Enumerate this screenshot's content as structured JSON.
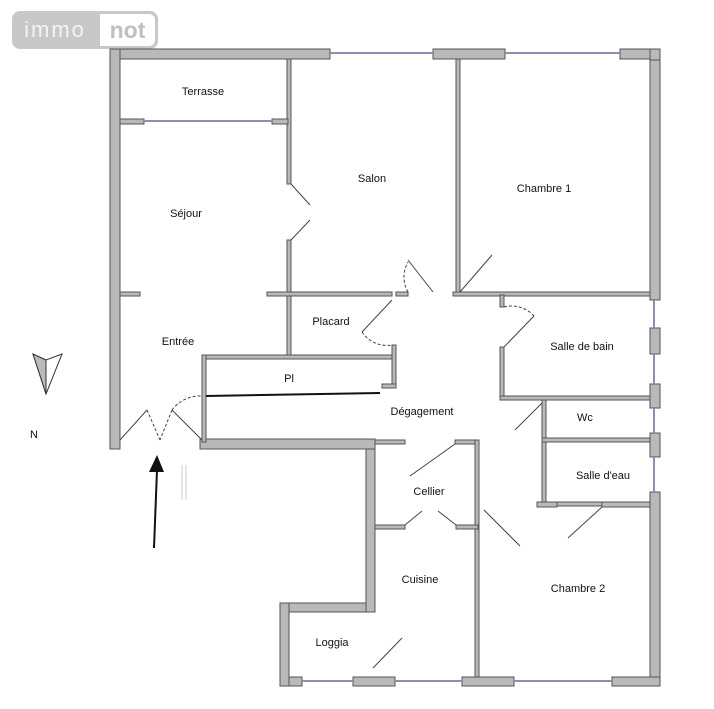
{
  "logo": {
    "left": "immo",
    "right": "not"
  },
  "compass": {
    "label": "N"
  },
  "colors": {
    "wall": "#b9b9b9",
    "wall_edge": "#555555",
    "window": "#8a8fb0"
  },
  "rooms": {
    "terrasse": "Terrasse",
    "sejour": "Séjour",
    "salon": "Salon",
    "chambre1": "Chambre 1",
    "entree": "Entrée",
    "placard": "Placard",
    "pl": "Pl",
    "degagement": "Dégagement",
    "salle_de_bain": "Salle de bain",
    "wc": "Wc",
    "salle_d_eau": "Salle d'eau",
    "cellier": "Cellier",
    "cuisine": "Cuisine",
    "chambre2": "Chambre 2",
    "loggia": "Loggia"
  }
}
